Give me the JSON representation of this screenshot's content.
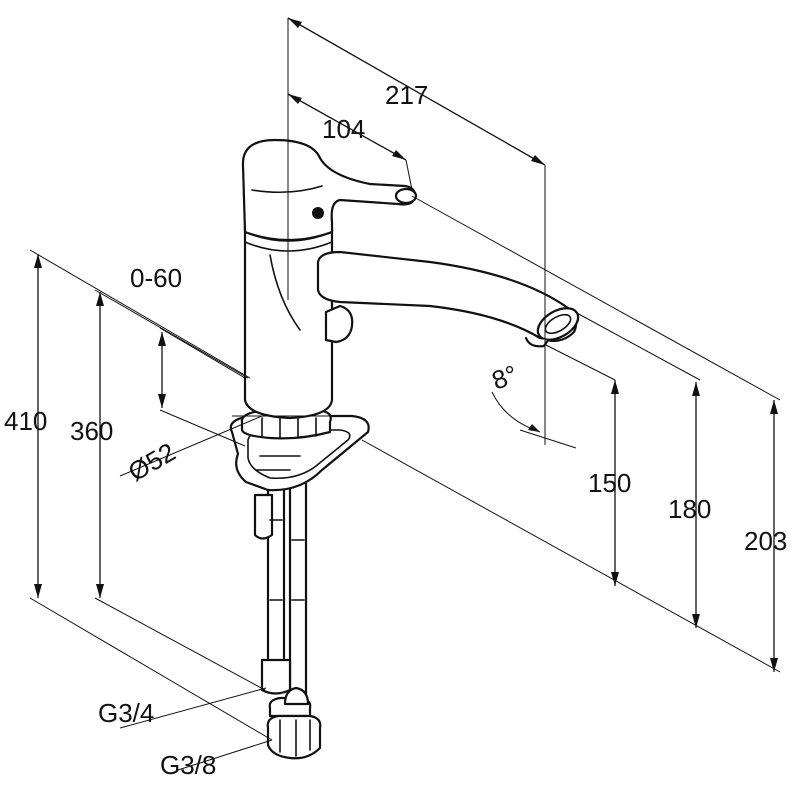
{
  "diagram": {
    "dimensions": {
      "total_reach": "217",
      "lever_reach": "104",
      "lever_rotation": "0-60",
      "base_diameter": "Ø52",
      "height_overall": "410",
      "height_supply": "360",
      "spout_angle": "8°",
      "spout_outlet_height": "150",
      "spout_top_height": "180",
      "lever_top_height": "203",
      "thread_large": "G3/4",
      "thread_small": "G3/8"
    },
    "colors": {
      "line": "#111111",
      "background": "#ffffff"
    }
  }
}
